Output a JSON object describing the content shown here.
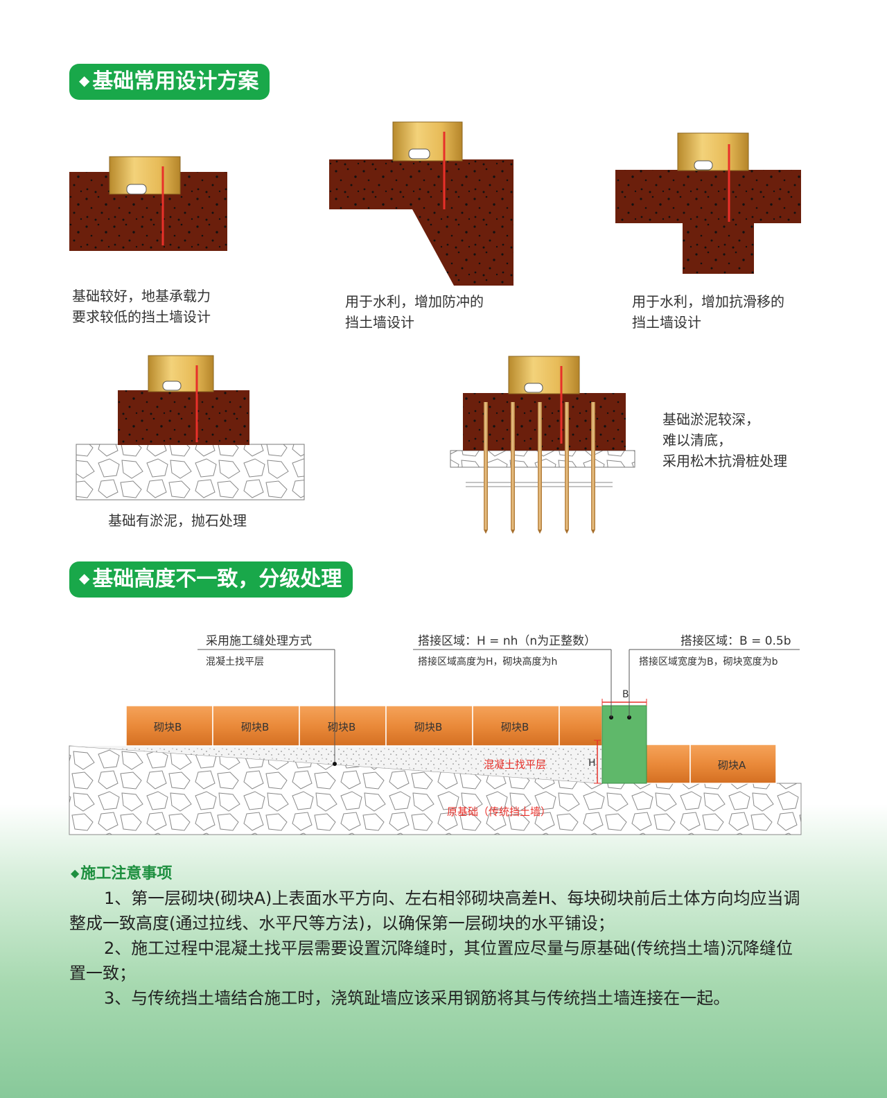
{
  "section1": {
    "title": "基础常用设计方案"
  },
  "captions": {
    "c1": [
      "基础较好，地基承载力",
      "要求较低的挡土墙设计"
    ],
    "c2": [
      "用于水利，增加防冲的",
      "挡土墙设计"
    ],
    "c3": [
      "用于水利，增加抗滑移的",
      "挡土墙设计"
    ],
    "c4": [
      "基础有淤泥，抛石处理"
    ],
    "c5": [
      "基础淤泥较深，",
      "难以清底，",
      "采用松木抗滑桩处理"
    ]
  },
  "section2": {
    "title": "基础高度不一致，分级处理"
  },
  "diagram": {
    "label_left": "采用施工缝处理方式",
    "sub_left": "混凝土找平层",
    "label_mid": "搭接区域：H = nh（n为正整数）",
    "sub_mid": "搭接区域高度为H，砌块高度为h",
    "label_right": "搭接区域：B = 0.5b",
    "sub_right": "搭接区域宽度为B，砌块宽度为b",
    "block_b": "砌块B",
    "block_a": "砌块A",
    "leveling": "混凝土找平层",
    "base": "原基础（传统挡土墙）",
    "letter_b": "B",
    "letter_h": "H"
  },
  "notes": {
    "title": "施工注意事项",
    "items": [
      "1、第一层砌块(砌块A)上表面水平方向、左右相邻砌块高差H、每块砌块前后土体方向均应当调整成一致高度(通过拉线、水平尺等方法)，以确保第一层砌块的水平铺设；",
      "2、施工过程中混凝土找平层需要设置沉降缝时，其位置应尽量与原基础(传统挡土墙)沉降缝位置一致；",
      "3、与传统挡土墙结合施工时，浇筑趾墙应该采用钢筋将其与传统挡土墙连接在一起。"
    ]
  },
  "colors": {
    "green": "#19a84a",
    "soil": "#6b1f0c",
    "gold": "#e1b24a",
    "orange": "#e88a3c",
    "red": "#e8302a"
  }
}
